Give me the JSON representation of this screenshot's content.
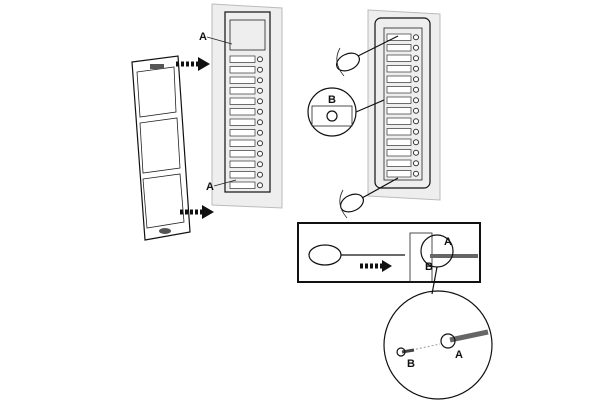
{
  "labels": {
    "left_top_A": "A",
    "left_bottom_A": "A",
    "detail_circle_B": "B",
    "box_A": "A",
    "box_B": "B",
    "zoom_A": "A",
    "zoom_B": "B"
  },
  "colors": {
    "ink": "#111111",
    "panel": "#d9d9d9",
    "frame": "#bdbdbd"
  }
}
